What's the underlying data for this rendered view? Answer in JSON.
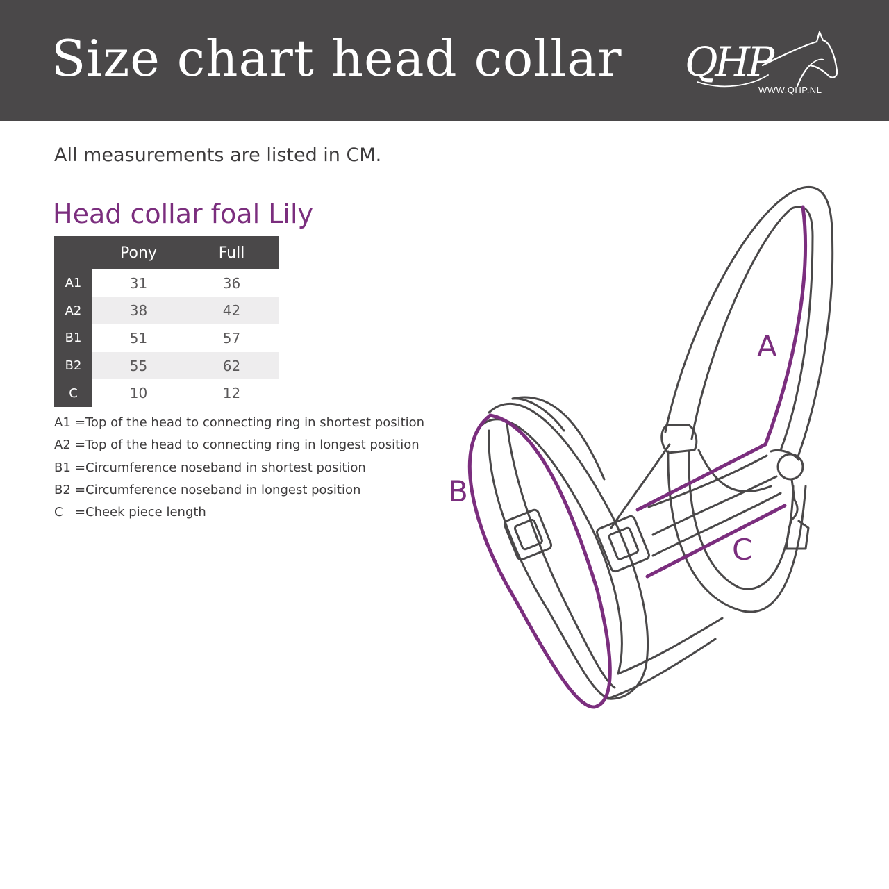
{
  "header": {
    "title": "Size chart head collar",
    "logo_text": "QHP",
    "logo_url": "WWW.QHP.NL"
  },
  "subtitle": "All measurements are listed in CM.",
  "section_title": "Head collar foal Lily",
  "table": {
    "columns": [
      "Pony",
      "Full"
    ],
    "rows": [
      {
        "label": "A1",
        "values": [
          "31",
          "36"
        ]
      },
      {
        "label": "A2",
        "values": [
          "38",
          "42"
        ]
      },
      {
        "label": "B1",
        "values": [
          "51",
          "57"
        ]
      },
      {
        "label": "B2",
        "values": [
          "55",
          "62"
        ]
      },
      {
        "label": "C",
        "values": [
          "10",
          "12"
        ]
      }
    ]
  },
  "legend": [
    {
      "code": "A1",
      "text": "Top of the head to connecting ring in shortest position"
    },
    {
      "code": "A2",
      "text": "Top of the head to connecting ring in longest position"
    },
    {
      "code": "B1",
      "text": "Circumference noseband in shortest position"
    },
    {
      "code": "B2",
      "text": "Circumference noseband in longest position"
    },
    {
      "code": "C",
      "text": "Cheek piece length"
    }
  ],
  "diagram": {
    "labels": {
      "a": "A",
      "b": "B",
      "c": "C"
    },
    "outline_color": "#4a4849",
    "accent_color": "#7b2e7e"
  },
  "colors": {
    "header_bg": "#4a4849",
    "accent": "#7b2e7e",
    "text": "#3d3b3c",
    "row_alt": "#eeedee"
  }
}
